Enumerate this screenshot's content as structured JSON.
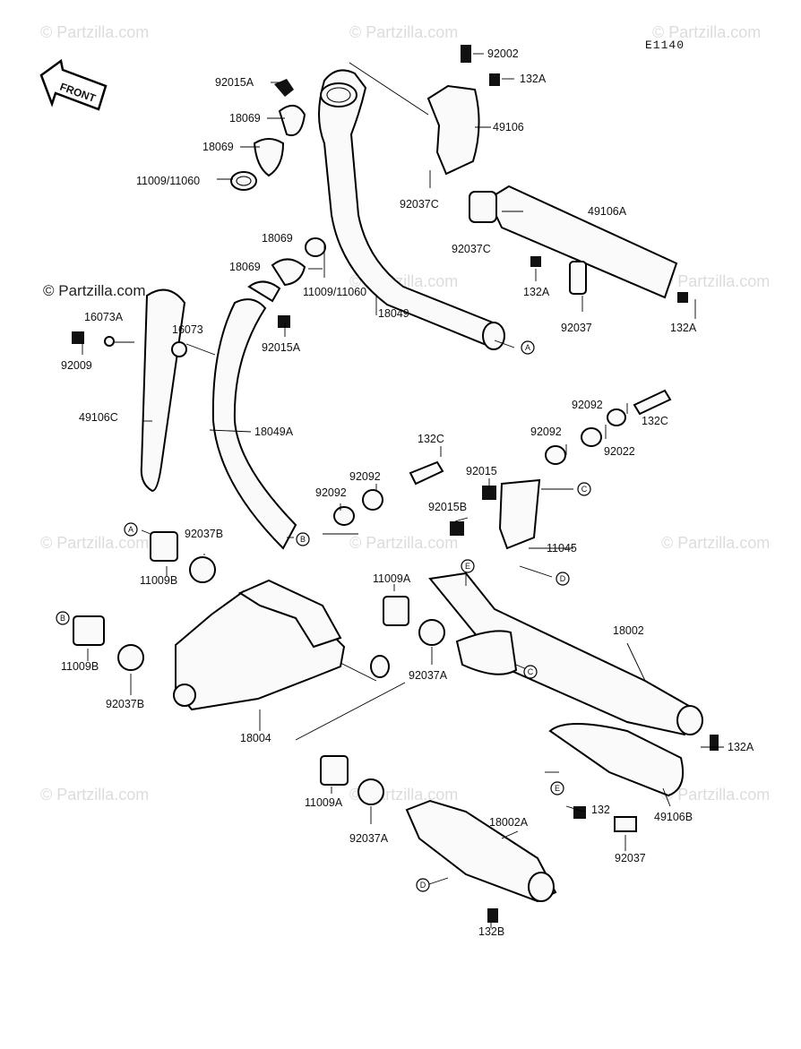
{
  "code": "E1140",
  "front_label": "FRONT",
  "watermark": "© Partzilla.com",
  "part_labels": [
    {
      "id": "p-92002",
      "text": "92002"
    },
    {
      "id": "p-132A-1",
      "text": "132A"
    },
    {
      "id": "p-92015A-1",
      "text": "92015A"
    },
    {
      "id": "p-18069-1",
      "text": "18069"
    },
    {
      "id": "p-18069-2",
      "text": "18069"
    },
    {
      "id": "p-11009-11060-1",
      "text": "11009/11060"
    },
    {
      "id": "p-49106",
      "text": "49106"
    },
    {
      "id": "p-92037C-1",
      "text": "92037C"
    },
    {
      "id": "p-49106A",
      "text": "49106A"
    },
    {
      "id": "p-92037C-2",
      "text": "92037C"
    },
    {
      "id": "p-132A-2",
      "text": "132A"
    },
    {
      "id": "p-92037-1",
      "text": "92037"
    },
    {
      "id": "p-132A-3",
      "text": "132A"
    },
    {
      "id": "p-18069-3",
      "text": "18069"
    },
    {
      "id": "p-18069-4",
      "text": "18069"
    },
    {
      "id": "p-11009-11060-2",
      "text": "11009/11060"
    },
    {
      "id": "p-18049",
      "text": "18049"
    },
    {
      "id": "p-92015A-2",
      "text": "92015A"
    },
    {
      "id": "p-16073A",
      "text": "16073A"
    },
    {
      "id": "p-16073",
      "text": "16073"
    },
    {
      "id": "p-92009",
      "text": "92009"
    },
    {
      "id": "p-49106C",
      "text": "49106C"
    },
    {
      "id": "p-18049A",
      "text": "18049A"
    },
    {
      "id": "p-92092-1",
      "text": "92092"
    },
    {
      "id": "p-92092-2",
      "text": "92092"
    },
    {
      "id": "p-132C-1",
      "text": "132C"
    },
    {
      "id": "p-92022",
      "text": "92022"
    },
    {
      "id": "p-132C-2",
      "text": "132C"
    },
    {
      "id": "p-92015",
      "text": "92015"
    },
    {
      "id": "p-92092-3",
      "text": "92092"
    },
    {
      "id": "p-92092-4",
      "text": "92092"
    },
    {
      "id": "p-92015B",
      "text": "92015B"
    },
    {
      "id": "p-11045",
      "text": "11045"
    },
    {
      "id": "p-92037B-1",
      "text": "92037B"
    },
    {
      "id": "p-11009B-1",
      "text": "11009B"
    },
    {
      "id": "p-11009A-1",
      "text": "11009A"
    },
    {
      "id": "p-18002",
      "text": "18002"
    },
    {
      "id": "p-11009B-2",
      "text": "11009B"
    },
    {
      "id": "p-92037B-2",
      "text": "92037B"
    },
    {
      "id": "p-92037A-1",
      "text": "92037A"
    },
    {
      "id": "p-18004",
      "text": "18004"
    },
    {
      "id": "p-132A-4",
      "text": "132A"
    },
    {
      "id": "p-11009A-2",
      "text": "11009A"
    },
    {
      "id": "p-92037A-2",
      "text": "92037A"
    },
    {
      "id": "p-132",
      "text": "132"
    },
    {
      "id": "p-49106B",
      "text": "49106B"
    },
    {
      "id": "p-18002A",
      "text": "18002A"
    },
    {
      "id": "p-92037-2",
      "text": "92037"
    },
    {
      "id": "p-132B",
      "text": "132B"
    }
  ],
  "callouts": {
    "a1": "A",
    "a2": "A",
    "b1": "B",
    "b2": "B",
    "c1": "C",
    "c2": "C",
    "d1": "D",
    "d2": "D",
    "e1": "E",
    "e2": "E"
  }
}
